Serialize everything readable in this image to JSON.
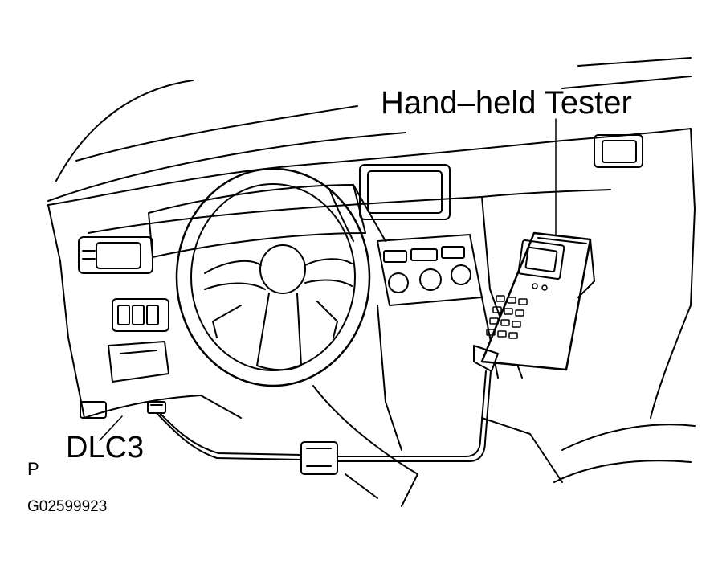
{
  "figure": {
    "callouts": {
      "tester": "Hand–held Tester",
      "connector": "DLC3"
    },
    "corner_mark": "P",
    "figure_id": "G02599923"
  },
  "colors": {
    "ink": "#000000",
    "paper": "#ffffff"
  }
}
